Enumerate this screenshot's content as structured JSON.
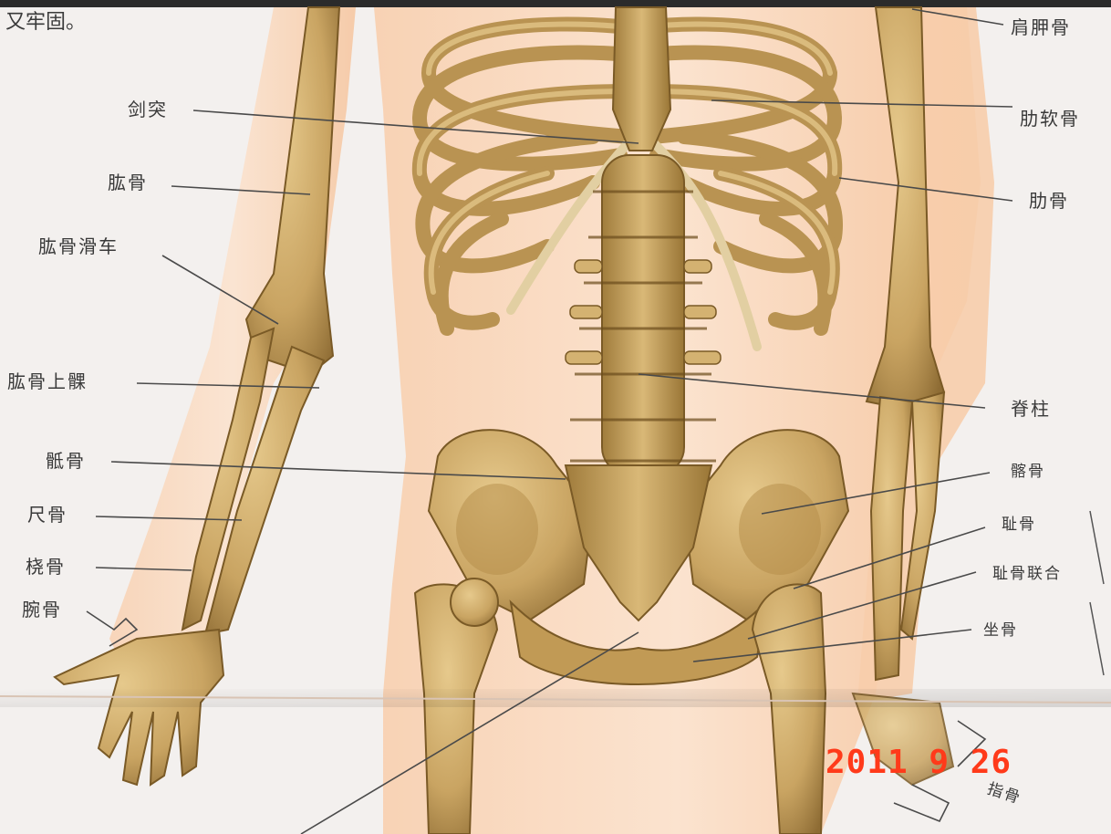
{
  "corner_text": "又牢固。",
  "labels_left": {
    "jiantu": "剑突",
    "gonggu": "肱骨",
    "gonggu_huache": "肱骨滑车",
    "gonggu_shangke": "肱骨上髁",
    "digu": "骶骨",
    "chigu": "尺骨",
    "raogu": "桡骨",
    "wangu": "腕骨"
  },
  "labels_right": {
    "jianjiagu": "肩胛骨",
    "leiruangu": "肋软骨",
    "leigu": "肋骨",
    "jizhu": "脊柱",
    "qiagu": "髂骨",
    "chigu_pubis": "耻骨",
    "chigu_lianhe": "耻骨联合",
    "zuogu": "坐骨",
    "zhigu": "指骨"
  },
  "date_stamp": "2011 9 26",
  "colors": {
    "bone": "#c9a664",
    "bone_dark": "#8a6a32",
    "skin": "#f6c9a6",
    "paper": "#f3f0ee",
    "stamp": "#ff3a1a"
  }
}
